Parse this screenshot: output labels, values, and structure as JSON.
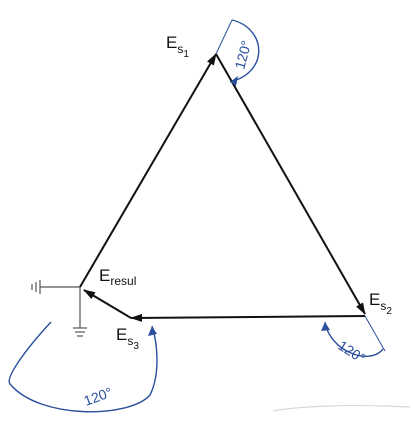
{
  "labels": {
    "es1": {
      "base": "E",
      "sub": "s",
      "subsub": "1"
    },
    "es2": {
      "base": "E",
      "sub": "s",
      "subsub": "2"
    },
    "es3": {
      "base": "E",
      "sub": "s",
      "subsub": "3"
    },
    "eresul": {
      "base": "E",
      "sub": "resul"
    }
  },
  "angles": {
    "top": "120°",
    "right": "120°",
    "bottom": "120°"
  },
  "colors": {
    "line": "#111111",
    "angle": "#2a4f9c",
    "ground": "#555555"
  }
}
